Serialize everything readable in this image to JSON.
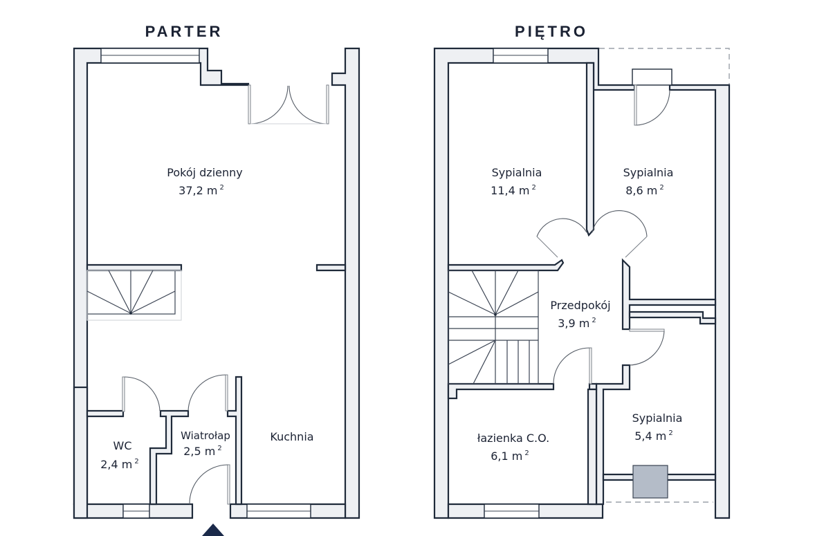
{
  "floors": {
    "ground": {
      "title": "PARTER",
      "rooms": [
        {
          "name": "Pokój dzienny",
          "area": "37,2 m",
          "unit_sup": "2"
        },
        {
          "name": "WC",
          "area": "2,4 m",
          "unit_sup": "2"
        },
        {
          "name": "Wiatrołap",
          "area": "2,5 m",
          "unit_sup": "2"
        },
        {
          "name": "Kuchnia",
          "area": "",
          "unit_sup": ""
        }
      ],
      "entrance_icon": "entrance-arrow-icon"
    },
    "upper": {
      "title": "PIĘTRO",
      "rooms": [
        {
          "name": "Sypialnia",
          "area": "11,4 m",
          "unit_sup": "2"
        },
        {
          "name": "Sypialnia",
          "area": "8,6 m",
          "unit_sup": "2"
        },
        {
          "name": "Przedpokój",
          "area": "3,9 m",
          "unit_sup": "2"
        },
        {
          "name": "łazienka C.O.",
          "area": "6,1 m",
          "unit_sup": "2"
        },
        {
          "name": "Sypialnia",
          "area": "5,4 m",
          "unit_sup": "2"
        }
      ]
    }
  },
  "colors": {
    "wall_outline": "#1f2a3a",
    "wall_fill": "#eef0f3",
    "text": "#1b2233",
    "chimney": "#b4bcc8"
  }
}
